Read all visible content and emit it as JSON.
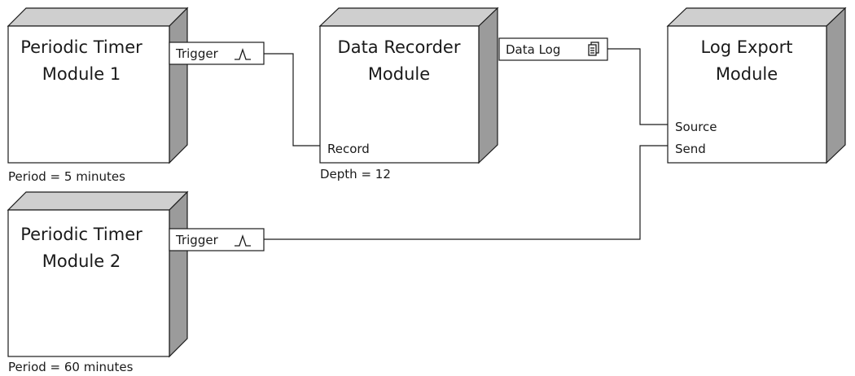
{
  "modules": {
    "timer1": {
      "title_line1": "Periodic Timer",
      "title_line2": "Module 1",
      "output_label": "Trigger",
      "param": "Period =  5 minutes"
    },
    "recorder": {
      "title_line1": "Data Recorder",
      "title_line2": "Module",
      "output_label": "Data Log",
      "input_label": "Record",
      "param": "Depth =  12"
    },
    "exporter": {
      "title_line1": "Log Export",
      "title_line2": "Module",
      "input_source_label": "Source",
      "input_send_label": "Send"
    },
    "timer2": {
      "title_line1": "Periodic Timer",
      "title_line2": "Module 2",
      "output_label": "Trigger",
      "param": "Period =  60 minutes"
    }
  },
  "icons": {
    "trigger": "pulse-icon",
    "data_log": "document-stack-icon"
  },
  "colors": {
    "front_face": "#ffffff",
    "side_face": "#9b9b9b",
    "top_face": "#cfcfcf",
    "line": "#1a1a1a"
  }
}
